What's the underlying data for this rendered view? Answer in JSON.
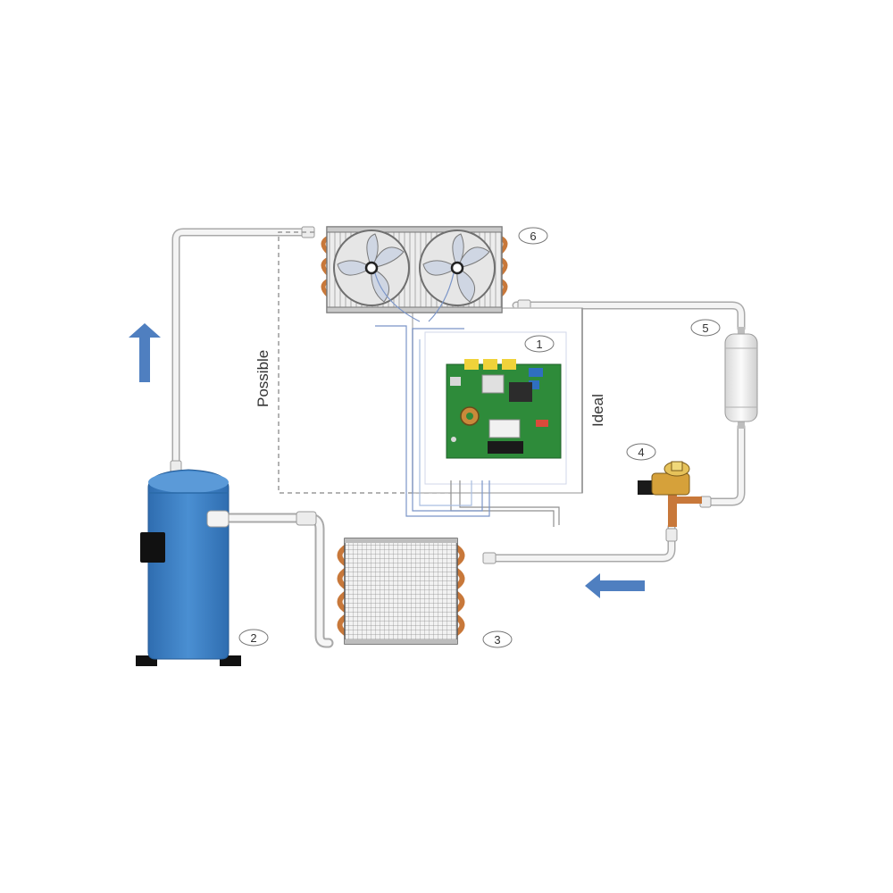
{
  "colors": {
    "pipe_fill": "#f4f4f4",
    "pipe_edge": "#a9a9a9",
    "compressor": "#3a7cc0",
    "arrow": "#4f7fc0",
    "copper": "#c8783a",
    "pcb_green": "#2e8b3a",
    "wire_blue": "#7b95c8",
    "dashed_line": "#9a9a9a"
  },
  "labels": {
    "possible": "Possible",
    "ideal": "Ideal"
  },
  "markers": [
    {
      "id": "pcb",
      "text": "1"
    },
    {
      "id": "compressor",
      "text": "2"
    },
    {
      "id": "evaporator",
      "text": "3"
    },
    {
      "id": "valve",
      "text": "4"
    },
    {
      "id": "filter",
      "text": "5"
    },
    {
      "id": "condenser",
      "text": "6"
    }
  ],
  "icons": {
    "flow_up": "arrow-up-icon",
    "flow_left": "arrow-left-icon"
  }
}
